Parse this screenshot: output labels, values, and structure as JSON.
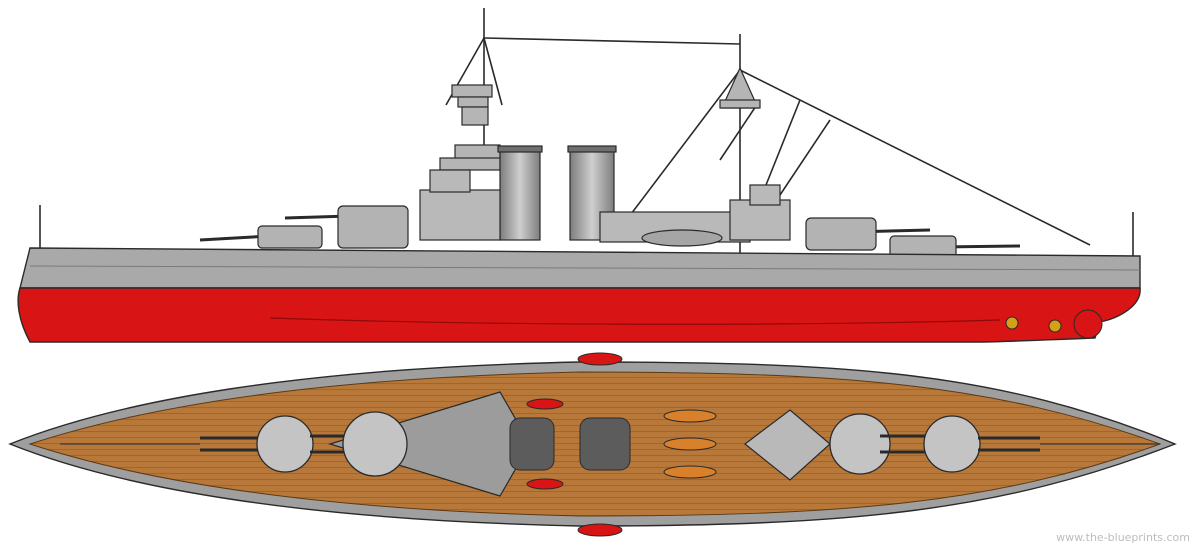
{
  "watermark": "www.the-blueprints.com",
  "colors": {
    "hull_red": "#d81414",
    "hull_red_dark": "#8e0a0a",
    "hull_gray": "#a9a9a9",
    "superstructure_gray": "#b9b9b9",
    "deck_wood": "#b8783a",
    "deck_wood_light": "#d09450",
    "outline": "#202020",
    "background": "#ffffff"
  },
  "views": [
    "side-profile",
    "top-plan"
  ]
}
